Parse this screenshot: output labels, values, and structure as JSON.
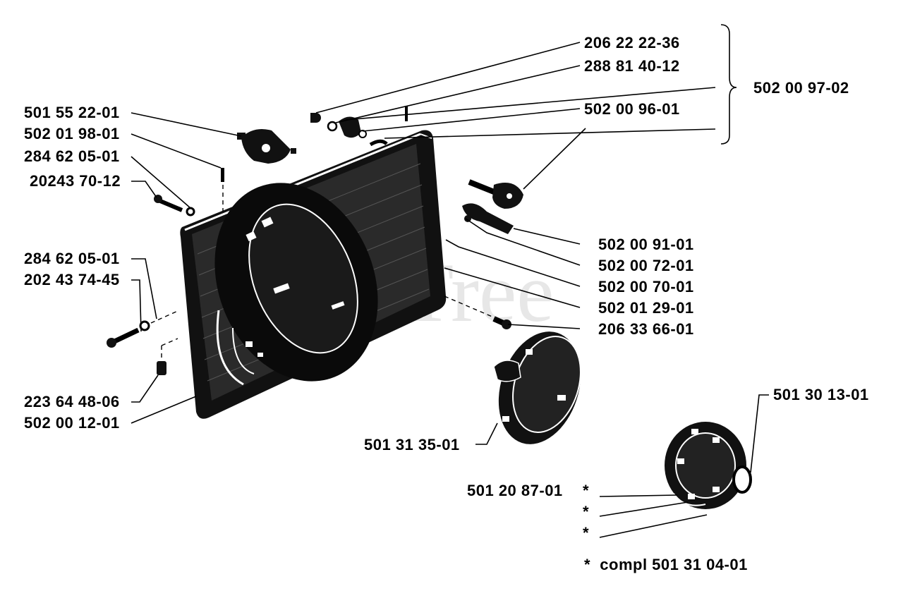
{
  "watermark": "PartsTree",
  "group_label": "502 00 97-02",
  "labels": {
    "p_206_22_22_36": "206 22 22-36",
    "p_288_81_40_12": "288 81 40-12",
    "p_502_00_96_01": "502 00 96-01",
    "p_501_55_22_01": "501 55 22-01",
    "p_502_01_98_01": "502 01 98-01",
    "p_284_62_05_01_a": "284 62 05-01",
    "p_20243_70_12": "20243 70-12",
    "p_284_62_05_01_b": "284 62 05-01",
    "p_202_43_74_45": "202 43 74-45",
    "p_223_64_48_06": "223 64 48-06",
    "p_502_00_12_01": "502 00 12-01",
    "p_502_00_91_01": "502 00 91-01",
    "p_502_00_72_01": "502 00 72-01",
    "p_502_00_70_01": "502 00 70-01",
    "p_502_01_29_01": "502 01 29-01",
    "p_206_33_66_01": "206 33 66-01",
    "p_501_31_35_01": "501 31 35-01",
    "p_501_30_13_01": "501 30 13-01",
    "p_501_20_87_01": "501 20 87-01"
  },
  "asterisk_marks": [
    "*",
    "*",
    "*"
  ],
  "footnote": "*  compl 501 31 04-01"
}
